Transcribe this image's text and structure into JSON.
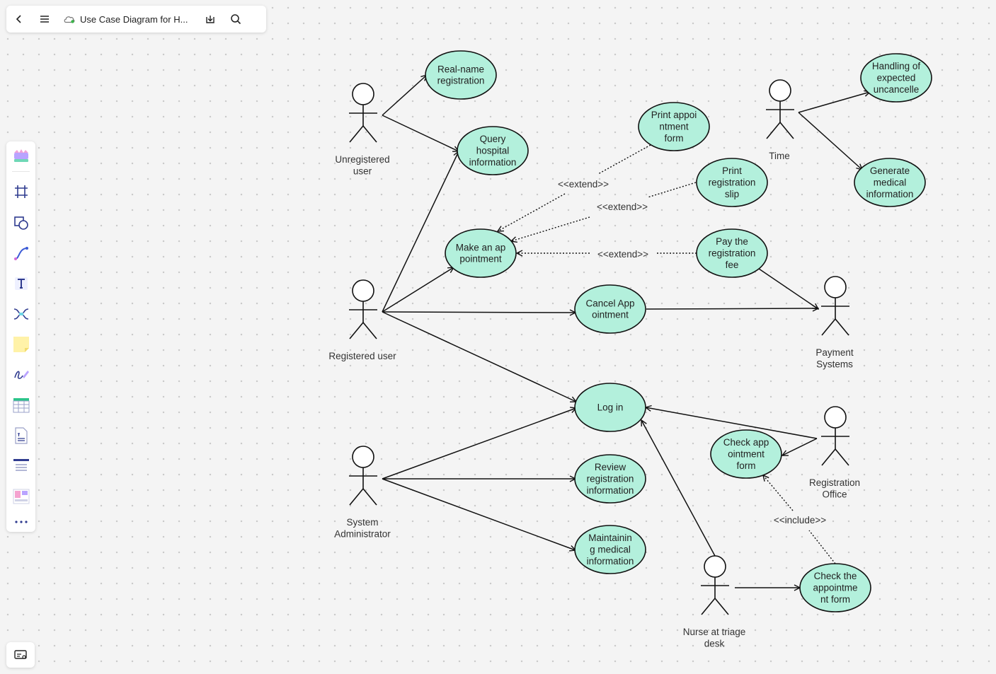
{
  "header": {
    "title": "Use Case Diagram for H..."
  },
  "colors": {
    "usecase_fill": "#b3f0dc",
    "line": "#111111",
    "canvas": "#f4f4f4"
  },
  "toolbar": {
    "tools": [
      "templates-icon",
      "frame-icon",
      "shape-icon",
      "connector-icon",
      "text-icon",
      "mindmap-icon",
      "sticky-note-icon",
      "pen-icon",
      "table-icon",
      "document-icon",
      "list-icon",
      "layout-icon",
      "more-icon"
    ]
  },
  "diagram": {
    "actors": {
      "unregistered": [
        "Unregistered",
        "user"
      ],
      "registered": [
        "Registered user"
      ],
      "sysadmin": [
        "System",
        "Administrator"
      ],
      "time": [
        "Time"
      ],
      "payment": [
        "Payment",
        "Systems"
      ],
      "regoffice": [
        "Registration",
        "Office"
      ],
      "nurse": [
        "Nurse at triage",
        "desk"
      ]
    },
    "usecases": {
      "realname": [
        "Real-name",
        "registration"
      ],
      "query": [
        "Query",
        "hospital",
        "information"
      ],
      "printappt": [
        "Print appoi",
        "ntment",
        "form"
      ],
      "printslip": [
        "Print",
        "registration",
        "slip"
      ],
      "appointment": [
        "Make an ap",
        "pointment"
      ],
      "payfee": [
        "Pay the",
        "registration",
        "fee"
      ],
      "cancel": [
        "Cancel App",
        "ointment"
      ],
      "login": [
        "Log in"
      ],
      "review": [
        "Review",
        "registration",
        "information"
      ],
      "maintain": [
        "Maintainin",
        "g medical",
        "information"
      ],
      "checkform": [
        "Check app",
        "ointment",
        "form"
      ],
      "checkthe": [
        "Check the",
        "appointme",
        "nt form"
      ],
      "handling": [
        "Handling of",
        "expected",
        "uncancelle"
      ],
      "generate": [
        "Generate",
        "medical",
        "information"
      ]
    },
    "stereotypes": {
      "extend1": "<<extend>>",
      "extend2": "<<extend>>",
      "extend3": "<<extend>>",
      "include": "<<include>>"
    }
  }
}
